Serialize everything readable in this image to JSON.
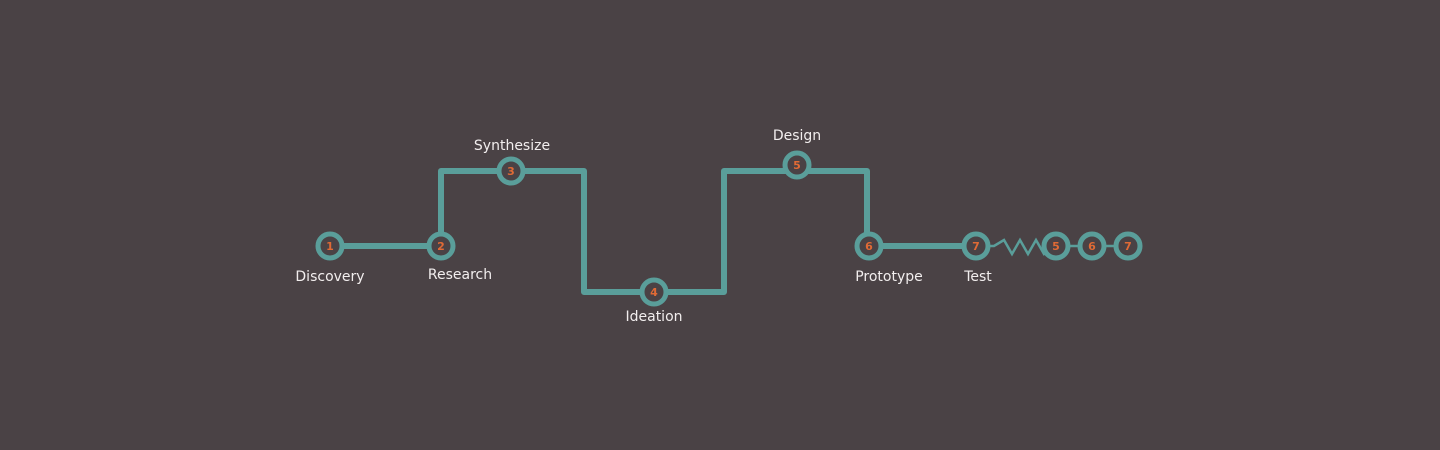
{
  "colors": {
    "background": "#4A4245",
    "track": "#5A9E9A",
    "node_fill": "#4A4245",
    "node_number": "#E06A35",
    "label_text": "#F2EEEE"
  },
  "steps": [
    {
      "number": "1",
      "label": "Discovery"
    },
    {
      "number": "2",
      "label": "Research"
    },
    {
      "number": "3",
      "label": "Synthesize"
    },
    {
      "number": "4",
      "label": "Ideation"
    },
    {
      "number": "5",
      "label": "Design"
    },
    {
      "number": "6",
      "label": "Prototype"
    },
    {
      "number": "7",
      "label": "Test"
    }
  ],
  "loop": {
    "style": "zigzag",
    "nodes": [
      {
        "number": "5"
      },
      {
        "number": "6"
      },
      {
        "number": "7"
      }
    ]
  }
}
